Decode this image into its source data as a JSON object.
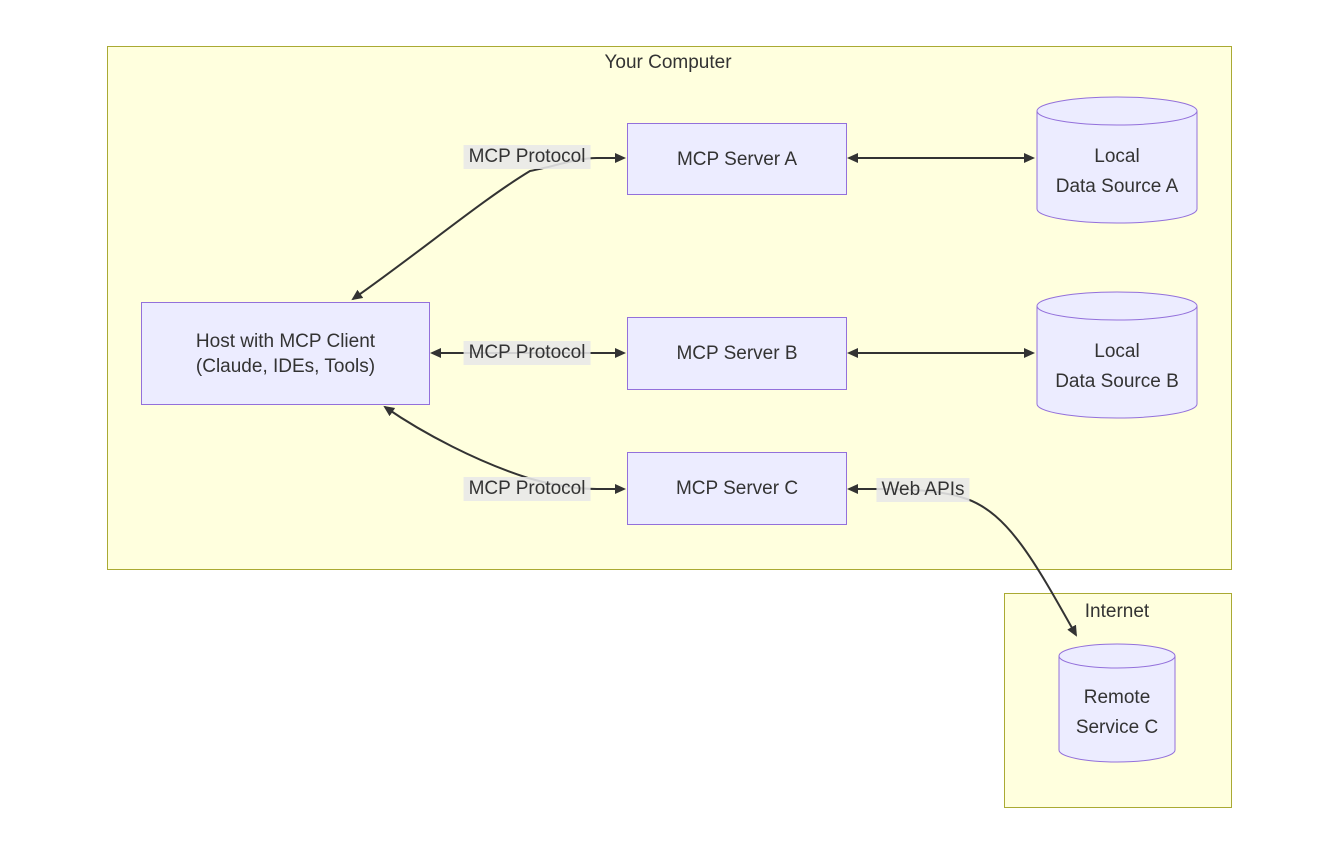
{
  "containers": {
    "computer": {
      "title": "Your Computer"
    },
    "internet": {
      "title": "Internet"
    }
  },
  "nodes": {
    "host": {
      "line1": "Host with MCP Client",
      "line2": "(Claude, IDEs, Tools)"
    },
    "server_a": {
      "label": "MCP Server A"
    },
    "server_b": {
      "label": "MCP Server B"
    },
    "server_c": {
      "label": "MCP Server C"
    },
    "data_a": {
      "line1": "Local",
      "line2": "Data Source A"
    },
    "data_b": {
      "line1": "Local",
      "line2": "Data Source B"
    },
    "remote_c": {
      "line1": "Remote",
      "line2": "Service C"
    }
  },
  "edge_labels": {
    "protocol_a": "MCP Protocol",
    "protocol_b": "MCP Protocol",
    "protocol_c": "MCP Protocol",
    "web_apis": "Web APIs"
  },
  "colors": {
    "canvas_bg": "#ffffff",
    "container_fill": "#ffffde",
    "container_border": "#aaaa33",
    "node_fill": "#ECECFF",
    "node_border": "#9370DB",
    "edge": "#333333",
    "edge_label_bg": "#e8e8e8",
    "text": "#333333"
  }
}
